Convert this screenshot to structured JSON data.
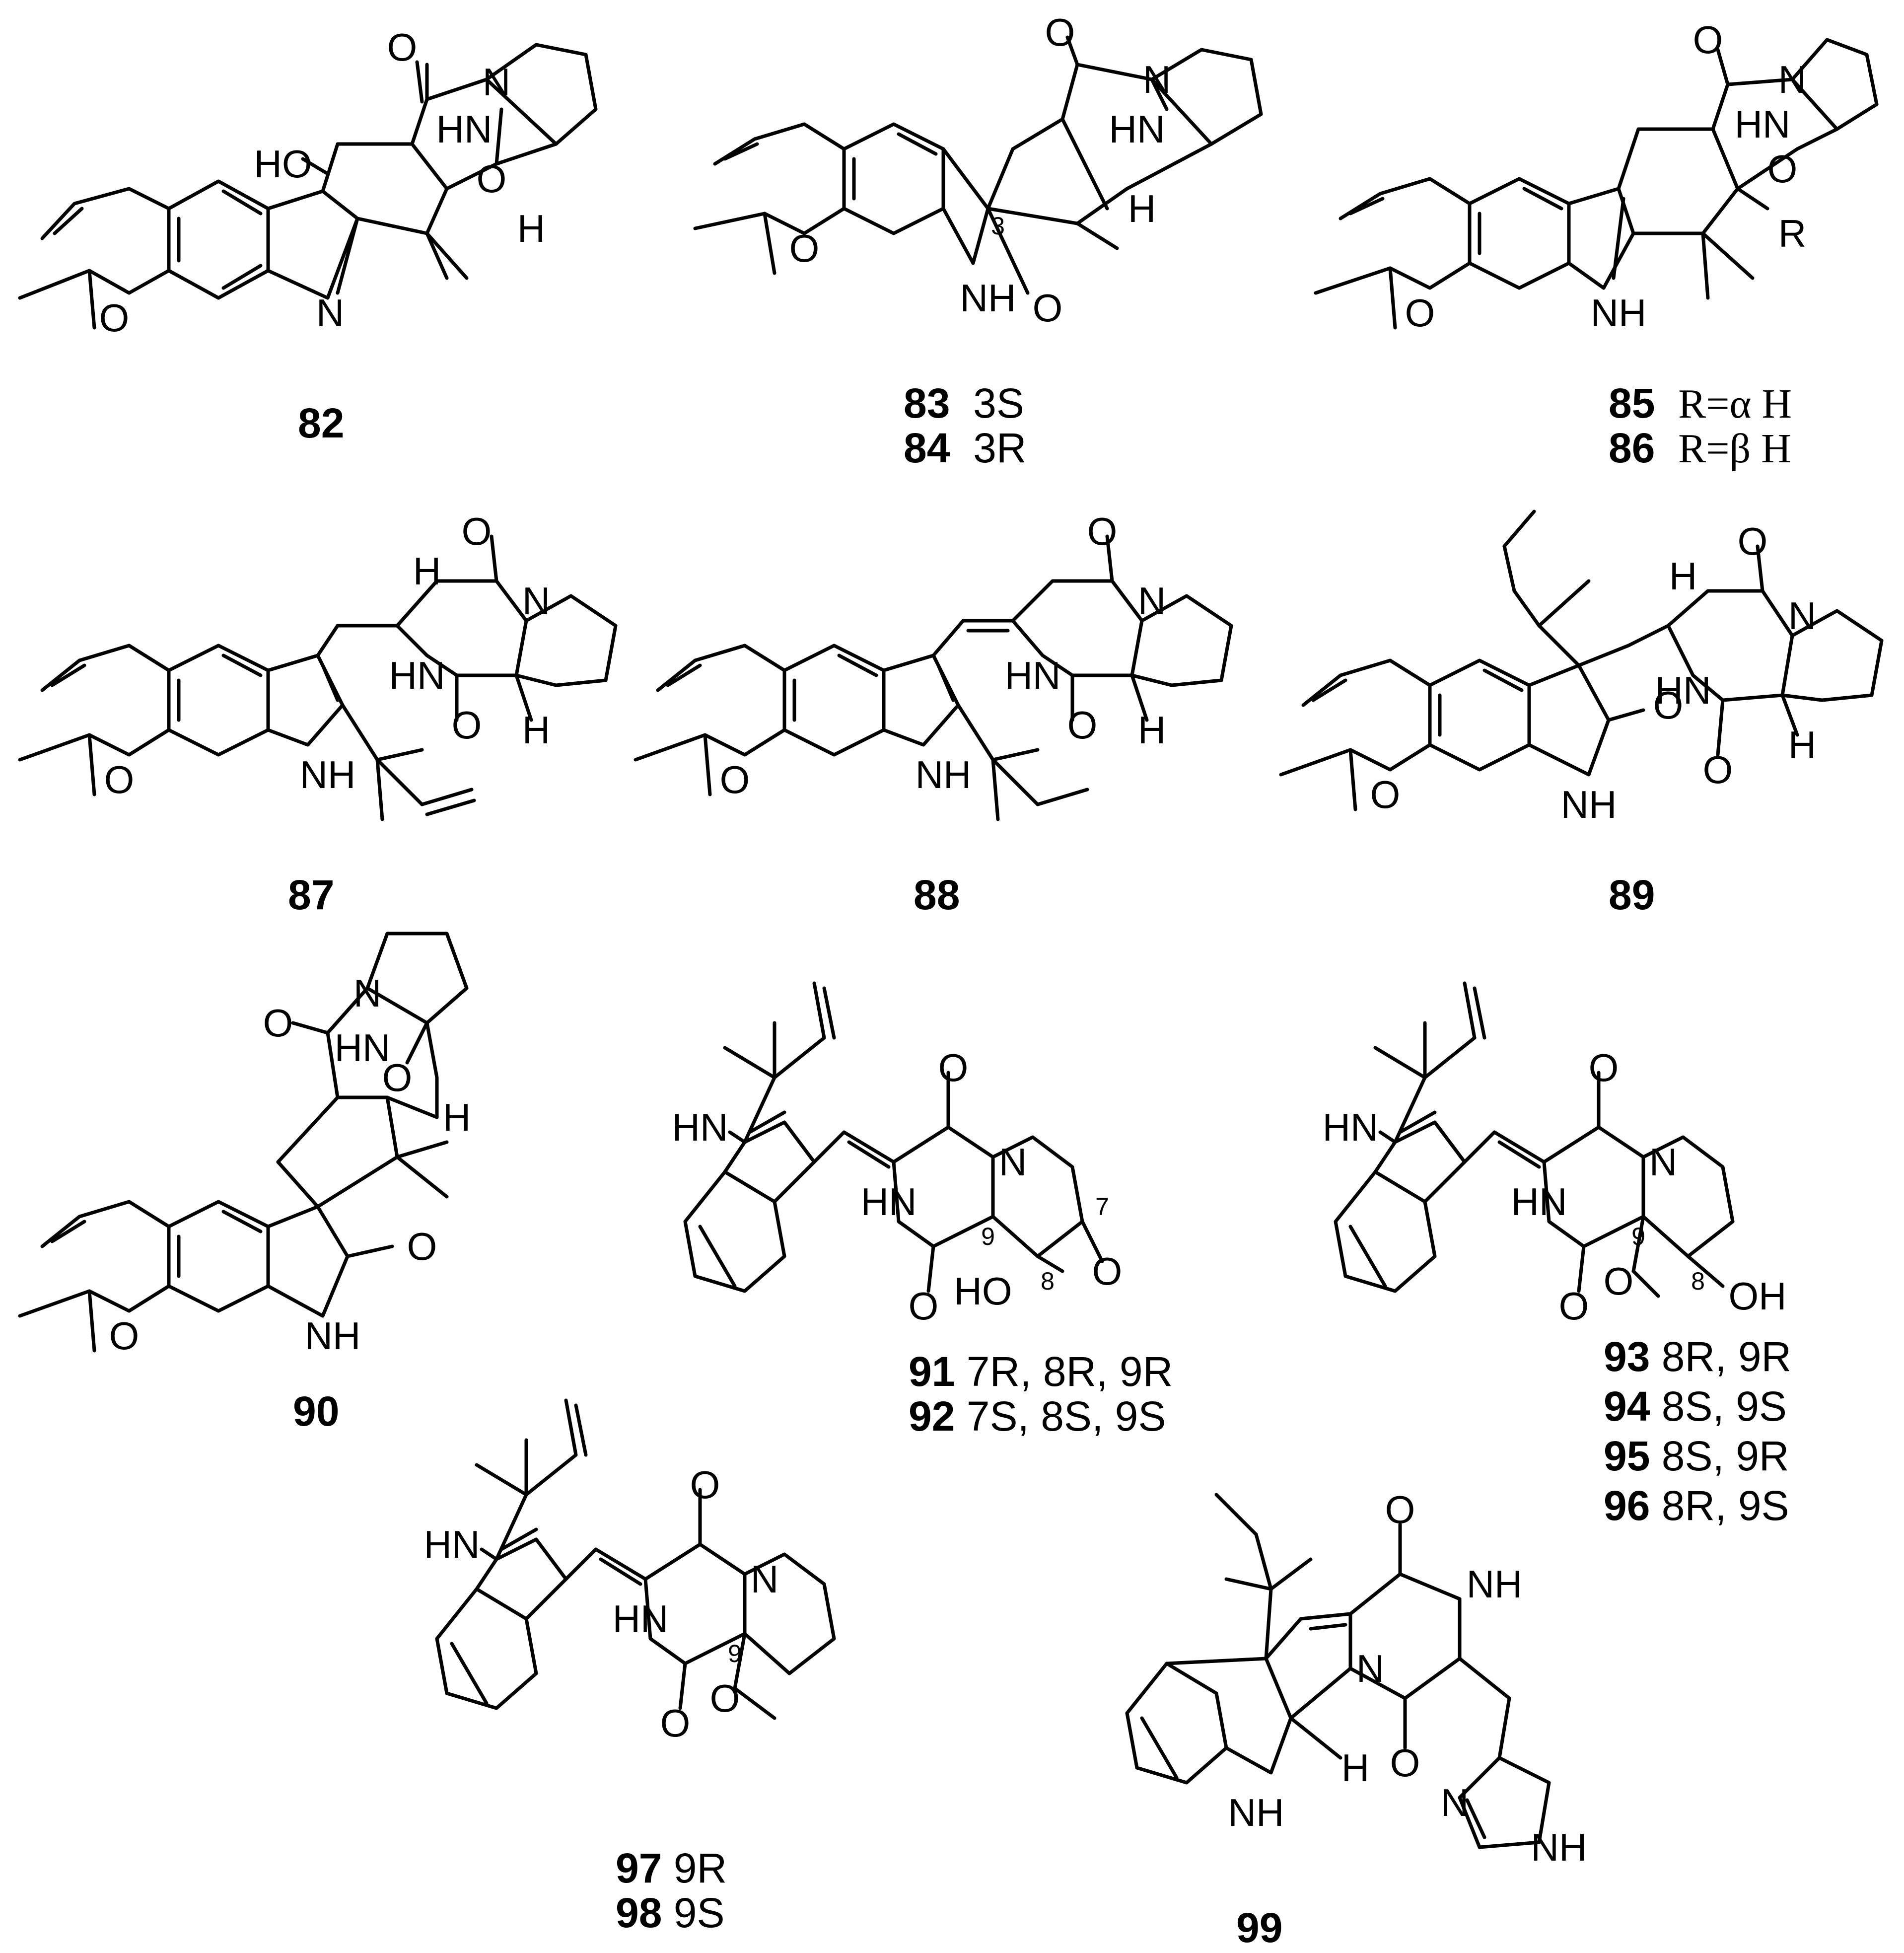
{
  "atoms": {
    "O": "O",
    "N": "N",
    "NH": "NH",
    "HN": "HN",
    "H": "H",
    "HO": "HO",
    "OH": "OH",
    "R": "R"
  },
  "locants": {
    "c3": "3",
    "c7": "7",
    "c8": "8",
    "c9": "9"
  },
  "compounds": {
    "c82": {
      "id": "82",
      "desc": ""
    },
    "c83": {
      "id": "83",
      "desc": "3S"
    },
    "c84": {
      "id": "84",
      "desc": "3R"
    },
    "c85": {
      "id": "85",
      "desc": "R=α H"
    },
    "c86": {
      "id": "86",
      "desc": "R=β H"
    },
    "c87": {
      "id": "87",
      "desc": ""
    },
    "c88": {
      "id": "88",
      "desc": ""
    },
    "c89": {
      "id": "89",
      "desc": ""
    },
    "c90": {
      "id": "90",
      "desc": ""
    },
    "c91": {
      "id": "91",
      "desc": "7R, 8R, 9R"
    },
    "c92": {
      "id": "92",
      "desc": "7S, 8S, 9S"
    },
    "c93": {
      "id": "93",
      "desc": "8R, 9R"
    },
    "c94": {
      "id": "94",
      "desc": "8S, 9S"
    },
    "c95": {
      "id": "95",
      "desc": "8S, 9R"
    },
    "c96": {
      "id": "96",
      "desc": "8R, 9S"
    },
    "c97": {
      "id": "97",
      "desc": "9R"
    },
    "c98": {
      "id": "98",
      "desc": "9S"
    },
    "c99": {
      "id": "99",
      "desc": ""
    }
  }
}
